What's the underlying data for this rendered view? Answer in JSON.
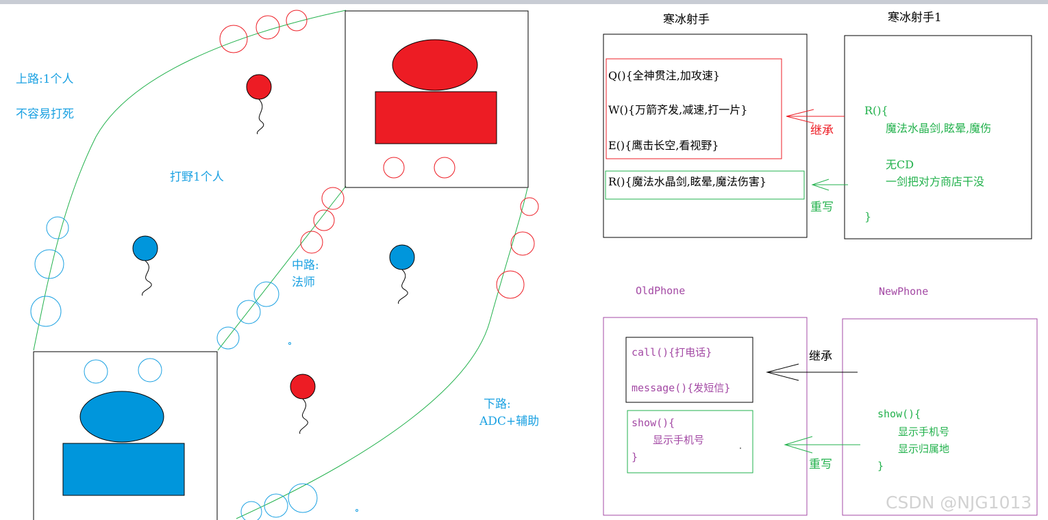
{
  "colors": {
    "red": "#ed1c24",
    "blue": "#0096dc",
    "lane_text": "#1ba1e2",
    "green_line": "#22b14c",
    "purple": "#a349a4",
    "black": "#000000"
  },
  "map": {
    "top_lane_label": "上路:1个人",
    "top_lane_note": "不容易打死",
    "jungle_label": "打野1个人",
    "mid_lane_label_1": "中路:",
    "mid_lane_label_2": "法师",
    "bot_lane_label_1": "下路:",
    "bot_lane_label_2": "ADC+辅助"
  },
  "hero_diagram": {
    "parent_title": "寒冰射手",
    "child_title": "寒冰射手1",
    "q_skill": "Q(){全神贯注,加攻速}",
    "w_skill": "W(){万箭齐发,减速,打一片}",
    "e_skill": "E(){鹰击长空,看视野}",
    "r_skill": "R(){魔法水晶剑,眩晕,魔法伤害}",
    "child_r_open": "R(){",
    "child_r_line1": "魔法水晶剑,眩晕,魔伤",
    "child_r_line2": "无CD",
    "child_r_line3": "一剑把对方商店干没",
    "child_r_close": "}",
    "inherit_label": "继承",
    "override_label": "重写"
  },
  "phone_diagram": {
    "parent_title": "OldPhone",
    "child_title": "NewPhone",
    "call_method": "call(){打电话}",
    "message_method": "message(){发短信}",
    "show_open": "show(){",
    "show_body": "显示手机号",
    "show_close": "}",
    "child_show_open": "show(){",
    "child_show_line1": "显示手机号",
    "child_show_line2": "显示归属地",
    "child_show_close": "}",
    "inherit_label": "继承",
    "override_label": "重写"
  },
  "watermark": "CSDN @NJG1013"
}
